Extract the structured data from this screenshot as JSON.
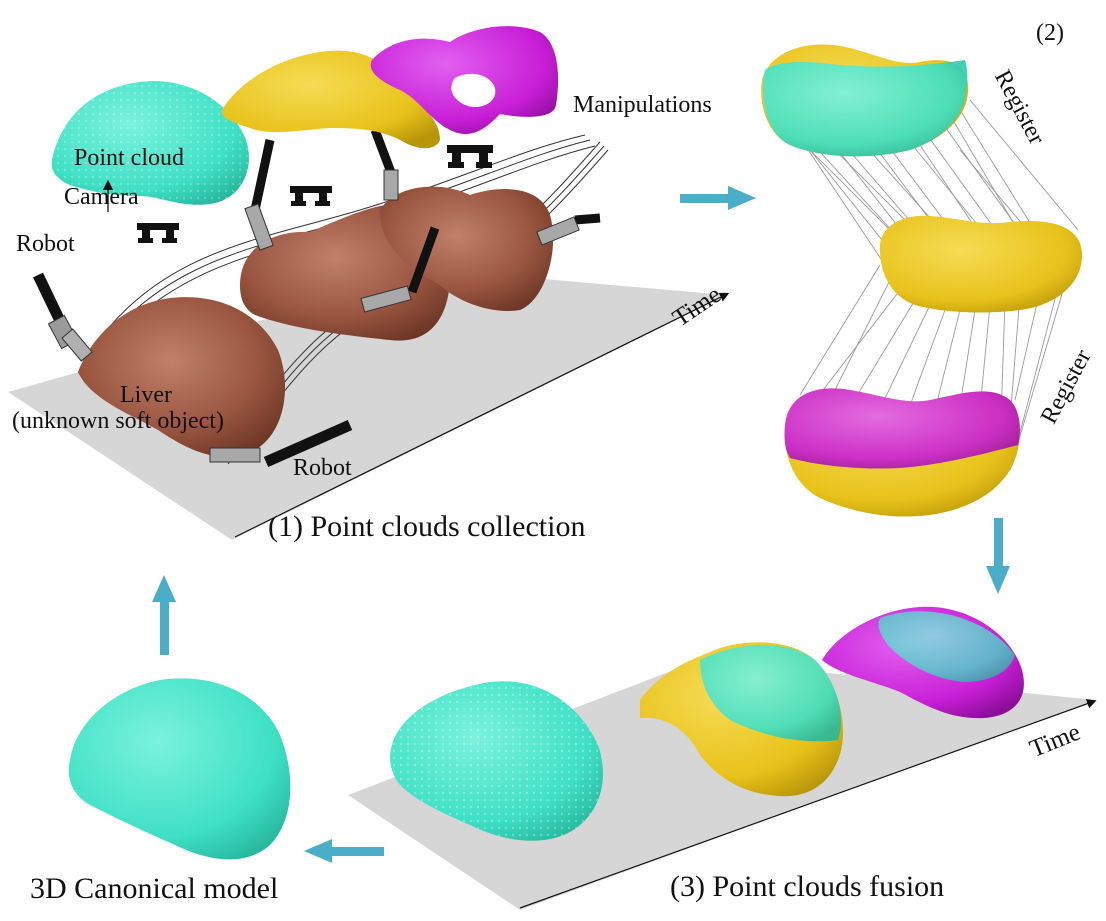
{
  "section1": {
    "title": "(1) Point clouds collection",
    "labels": {
      "point_cloud": "Point cloud",
      "camera": "Camera",
      "robot_left": "Robot",
      "robot_bottom": "Robot",
      "liver_line1": "Liver",
      "liver_line2": "(unknown soft object)",
      "manipulations": "Manipulations",
      "time": "Time"
    }
  },
  "section2": {
    "title": "(2)",
    "register_top": "Register",
    "register_bottom": "Register"
  },
  "section3": {
    "title": "(3) Point clouds fusion",
    "time": "Time"
  },
  "canonical": {
    "label": "3D Canonical model"
  },
  "colors": {
    "cyan": "#3fe0c5",
    "yellow": "#e8c21a",
    "magenta": "#c81ed6",
    "liver": "#a05a43",
    "arrow": "#4aaec8",
    "floor": "#d6d6d6"
  }
}
